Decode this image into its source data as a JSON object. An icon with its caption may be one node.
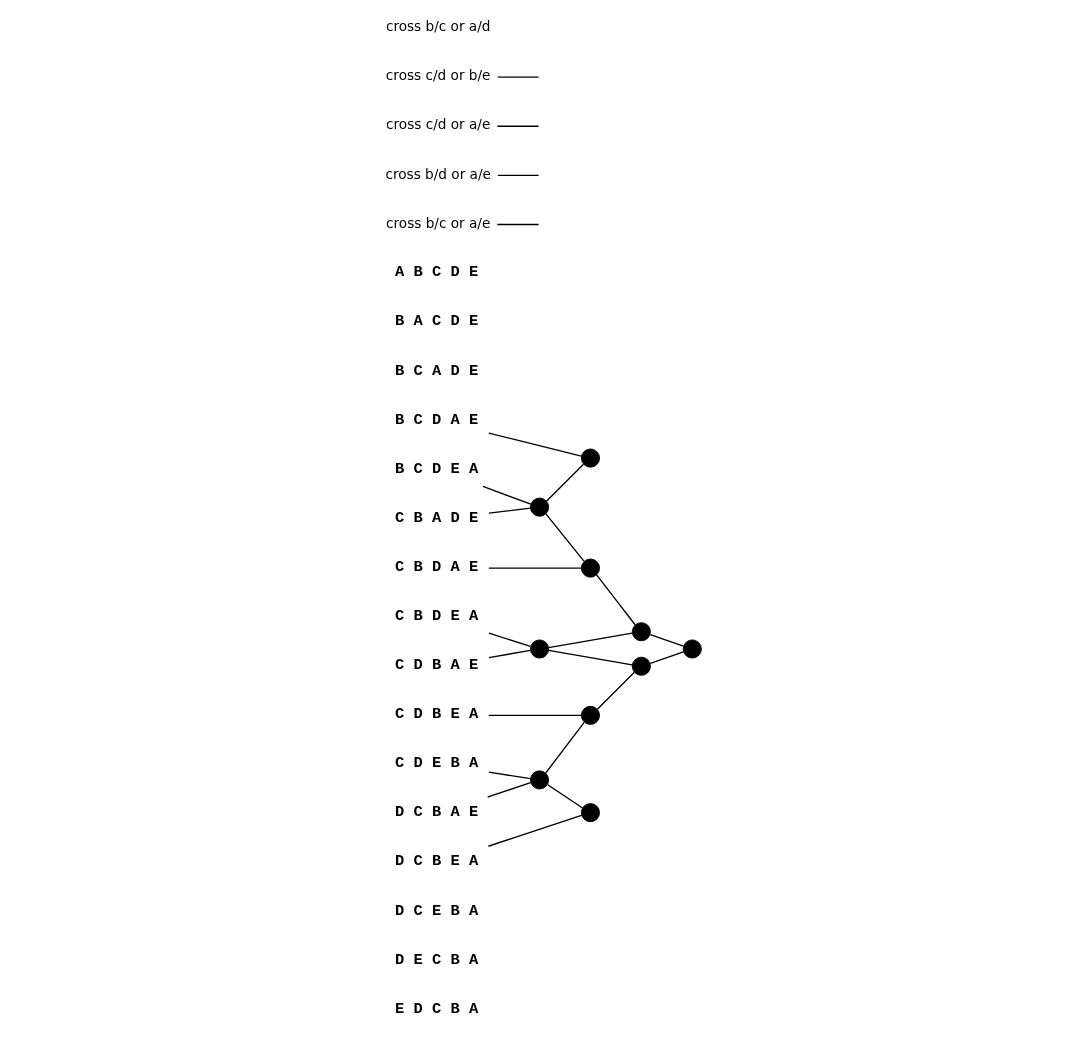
{
  "diagram": {
    "nodes": [
      {
        "text": [
          "A B C D E"
        ]
      },
      {
        "text": [
          "B A C D E"
        ]
      },
      {
        "text": [
          "B C A D E"
        ]
      },
      {
        "text": [
          "B C D A E"
        ]
      },
      {
        "text": [
          "B C D E A"
        ]
      },
      {
        "text": [
          "C B A D E"
        ]
      },
      {
        "text": [
          "C B D A E"
        ]
      },
      {
        "text": [
          "C B D E A"
        ]
      },
      {
        "text": [
          "C D B A E"
        ]
      },
      {
        "text": [
          "C D B E A"
        ]
      },
      {
        "text": [
          "C D E B A"
        ]
      },
      {
        "text": [
          "D C B A E"
        ]
      },
      {
        "text": [
          "D C B E A"
        ]
      },
      {
        "text": [
          "D C E B A"
        ]
      },
      {
        "text": [
          "D E C B A"
        ]
      },
      {
        "text": [
          "E D C B A"
        ]
      },
      {
        "text": [
          "cross b/c or a/e"
        ]
      },
      {
        "text": [
          "cross b/d or a/e"
        ]
      },
      {
        "text": [
          "cross c/d or a/e"
        ]
      },
      {
        "text": [
          "cross c/d or b/e"
        ]
      },
      {
        "text": [],
        "shape": "circle"
      },
      {
        "text": [],
        "shape": "circle"
      },
      {
        "text": [],
        "shape": "circle"
      },
      {
        "text": [],
        "shape": "circle"
      },
      {
        "text": [],
        "shape": "circle"
      },
      {
        "text": [],
        "shape": "circle"
      },
      {
        "text": [],
        "shape": "circle"
      },
      {
        "text": [],
        "shape": "circle"
      },
      {
        "text": [],
        "shape": "circle"
      },
      {
        "text": [],
        "shape": "circle"
      }
    ],
    "edges": [
      {
        "from": 3,
        "to": 20,
        "arrow": "none"
      },
      {
        "from": 4,
        "to": 21,
        "arrow": "none"
      },
      {
        "from": 5,
        "to": 21,
        "arrow": "none"
      },
      {
        "from": 21,
        "to": 20,
        "arrow": "none"
      },
      {
        "from": 21,
        "to": 22,
        "arrow": "none"
      },
      {
        "from": 6,
        "to": 22,
        "arrow": "none"
      },
      {
        "from": 22,
        "to": 23,
        "arrow": "none"
      },
      {
        "from": 24,
        "to": 23,
        "arrow": "none"
      },
      {
        "from": 23,
        "to": 25,
        "arrow": "none"
      },
      {
        "from": 7,
        "to": 24,
        "arrow": "none"
      },
      {
        "from": 8,
        "to": 24,
        "arrow": "none"
      },
      {
        "from": 24,
        "to": 26,
        "arrow": "none"
      },
      {
        "from": 26,
        "to": 25,
        "arrow": "none"
      },
      {
        "from": 9,
        "to": 27,
        "arrow": "none"
      },
      {
        "from": 27,
        "to": 26,
        "arrow": "none"
      },
      {
        "from": 28,
        "to": 27,
        "arrow": "none"
      },
      {
        "from": 10,
        "to": 28,
        "arrow": "none"
      },
      {
        "from": 11,
        "to": 28,
        "arrow": "none"
      },
      {
        "from": 28,
        "to": 29,
        "arrow": "none"
      },
      {
        "from": 12,
        "to": 29,
        "arrow": "none"
      },
      {
        "from": 16,
        "to": null,
        "arrow": "none"
      },
      {
        "from": 17,
        "to": null,
        "arrow": "none"
      },
      {
        "from": 18,
        "to": null,
        "arrow": "none"
      },
      {
        "from": 19,
        "to": null,
        "arrow": "none"
      }
    ],
    "labels": [
      "cross b/c or a/d"
    ]
  }
}
